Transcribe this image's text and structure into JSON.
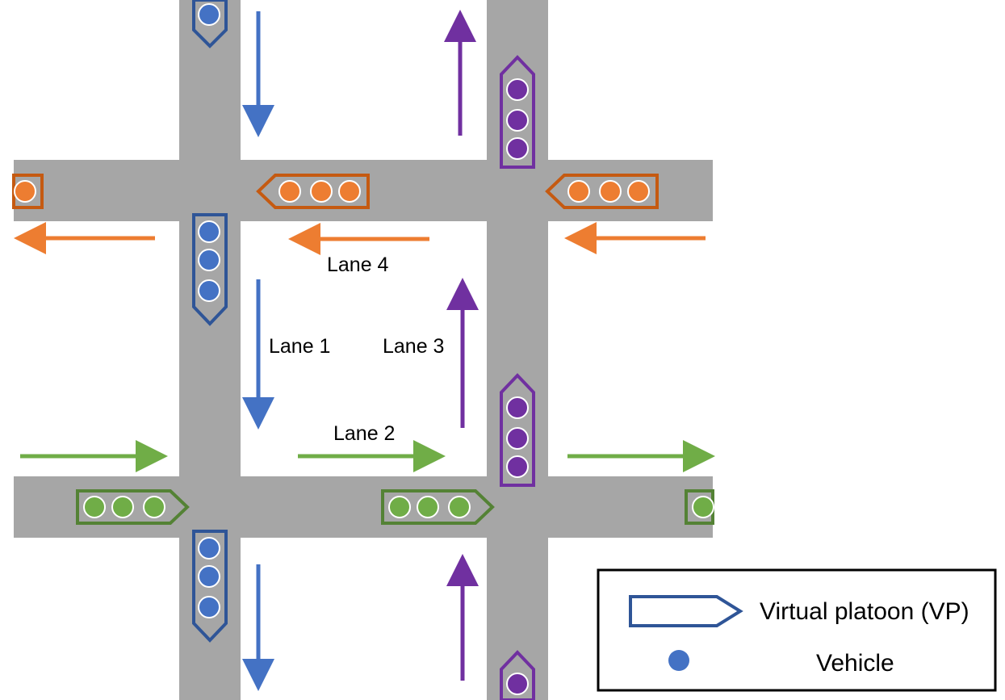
{
  "colors": {
    "road": "#a6a6a6",
    "lane1": "#4472c4",
    "lane1_outline": "#2f5597",
    "lane2": "#70ad47",
    "lane2_outline": "#548235",
    "lane3": "#7030a0",
    "lane3_outline": "#7030a0",
    "lane4": "#ed7d31",
    "lane4_outline": "#c55a11"
  },
  "lanes": {
    "lane1": "Lane 1",
    "lane2": "Lane 2",
    "lane3": "Lane 3",
    "lane4": "Lane 4"
  },
  "legend": {
    "platoon_label": "Virtual platoon (VP)",
    "vehicle_label": "Vehicle"
  }
}
